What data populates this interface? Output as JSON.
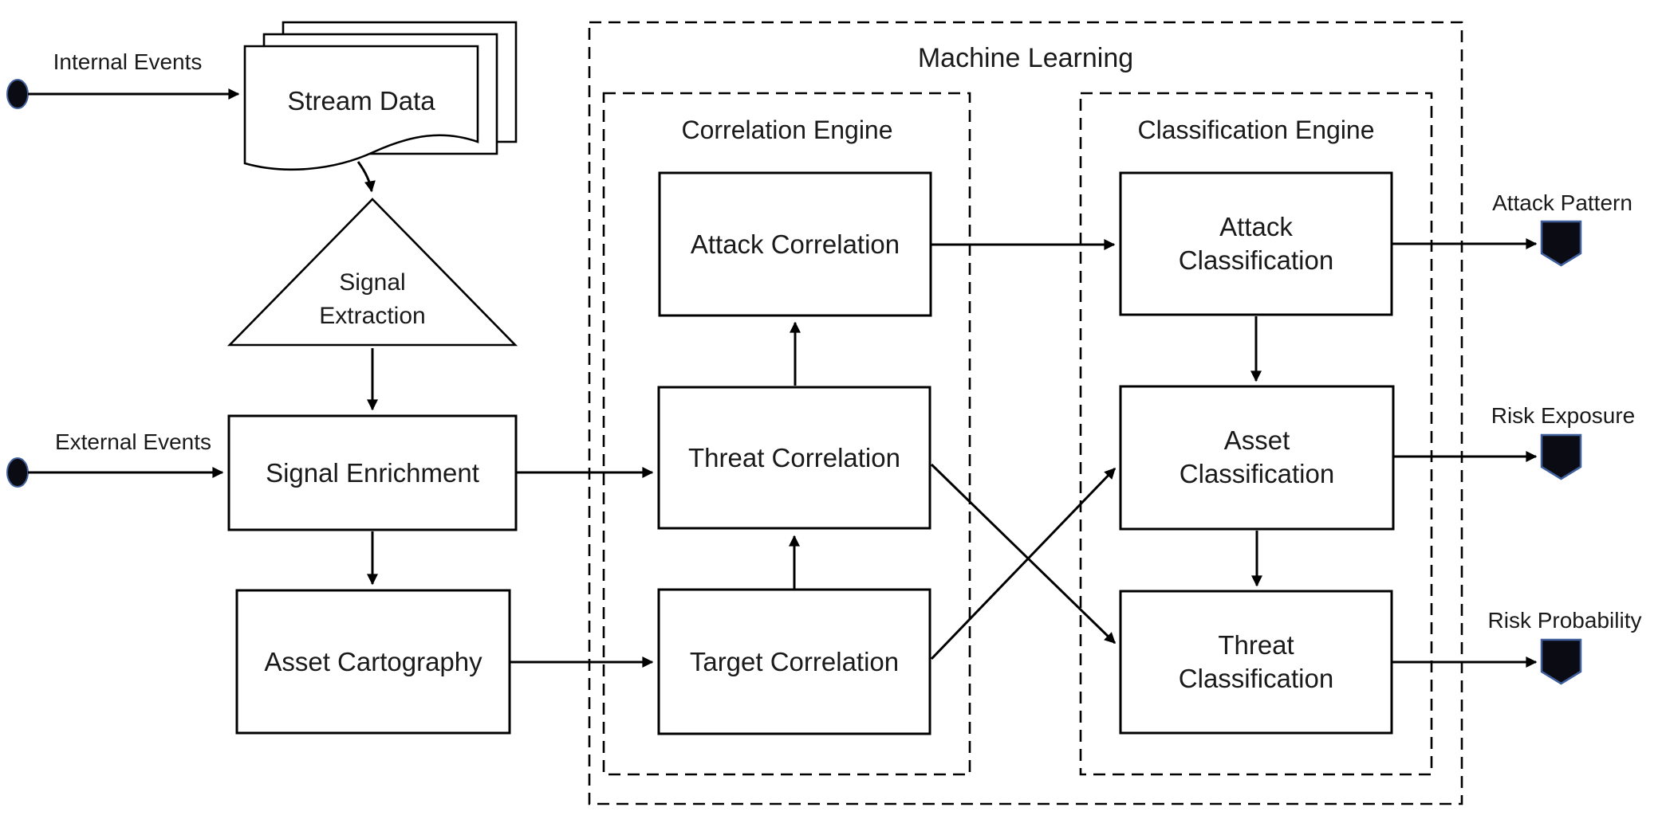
{
  "diagram_type": "activity-flow-diagram",
  "inputs": [
    {
      "label": "Internal Events",
      "icon": "filled-start-circle"
    },
    {
      "label": "External Events",
      "icon": "filled-start-circle"
    }
  ],
  "process": {
    "stream_data": "Stream Data",
    "signal_extraction": [
      "Signal",
      "Extraction"
    ],
    "signal_enrichment": "Signal Enrichment",
    "asset_cartography": "Asset Cartography"
  },
  "machine_learning": {
    "title": "Machine Learning",
    "correlation_engine": {
      "title": "Correlation Engine",
      "attack_correlation": "Attack Correlation",
      "threat_correlation": "Threat Correlation",
      "target_correlation": "Target Correlation"
    },
    "classification_engine": {
      "title": "Classification Engine",
      "attack_classification": [
        "Attack",
        "Classification"
      ],
      "asset_classification": [
        "Asset",
        "Classification"
      ],
      "threat_classification": [
        "Threat",
        "Classification"
      ]
    }
  },
  "outputs": [
    {
      "label": "Attack Pattern",
      "icon": "shield-banner"
    },
    {
      "label": "Risk Exposure",
      "icon": "shield-banner"
    },
    {
      "label": "Risk Probability",
      "icon": "shield-banner"
    }
  ],
  "colors": {
    "stroke": "#000000",
    "background": "#ffffff",
    "shield_fill": "#0b0b13",
    "shield_border": "#3e5f9b",
    "start_node_fill": "#0b0b13",
    "start_node_border": "#44639c"
  }
}
